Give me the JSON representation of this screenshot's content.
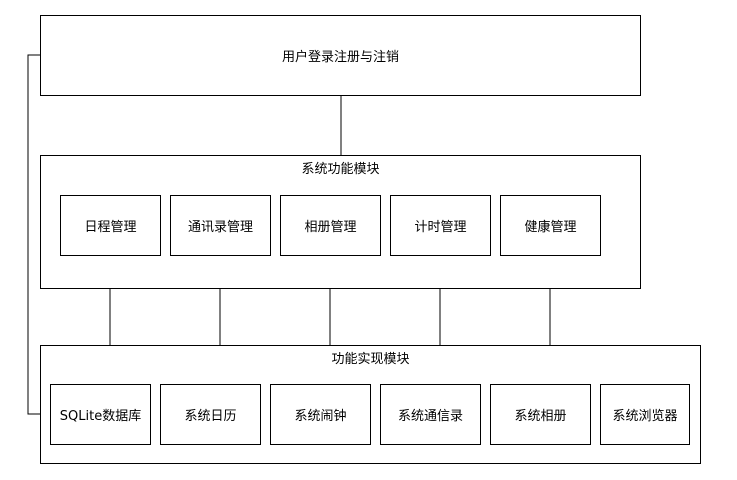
{
  "top_box": {
    "label": "用户登录注册与注销"
  },
  "system_module": {
    "title": "系统功能模块",
    "items": [
      "日程管理",
      "通讯录管理",
      "相册管理",
      "计时管理",
      "健康管理"
    ]
  },
  "impl_module": {
    "title": "功能实现模块",
    "items": [
      "SQLite数据库",
      "系统日历",
      "系统闹钟",
      "系统通信录",
      "系统相册",
      "系统浏览器"
    ]
  }
}
